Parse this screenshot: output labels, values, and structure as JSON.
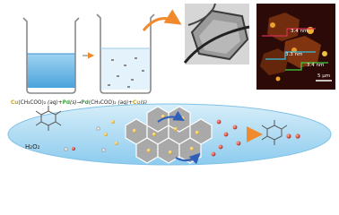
{
  "reaction": {
    "segments": [
      {
        "text": "Cu",
        "color": "#d4a000"
      },
      {
        "text": "(CH₃COO)₂ ",
        "color": "#222222"
      },
      {
        "text": "(aq)",
        "color": "#222222"
      },
      {
        "text": "+",
        "color": "#222222"
      },
      {
        "text": "Pd",
        "color": "#3aa63a"
      },
      {
        "text": "(s)",
        "color": "#222222"
      },
      {
        "text": "→",
        "color": "#222222"
      },
      {
        "text": "Pd",
        "color": "#3aa63a"
      },
      {
        "text": "(CH₃COO)₂ ",
        "color": "#222222"
      },
      {
        "text": "(aq)",
        "color": "#222222"
      },
      {
        "text": "+",
        "color": "#222222"
      },
      {
        "text": "Cu",
        "color": "#d4a000"
      },
      {
        "text": "(s)",
        "color": "#222222"
      }
    ]
  },
  "afm": {
    "step_labels": [
      "3.4 nm",
      "3.3 nm",
      "3.4 nm"
    ],
    "scale_bar": "5 μm"
  },
  "catalysis": {
    "reagent": "H₂O₂"
  },
  "colors": {
    "solution_blue": "#6db8e6",
    "arrow_orange": "#f08a2c",
    "ellipse_blue": "#a9d8f2",
    "copper_particle": "#e8b22a",
    "product_red": "#d8302a",
    "flow_arrow_blue": "#2f5fb8",
    "pd_green": "#3aa63a"
  },
  "icons": [
    "beaker-icon",
    "curved-arrow-icon",
    "tem-image",
    "afm-image",
    "molecule-icon",
    "hexagon-icon",
    "flow-arrow-icon"
  ]
}
